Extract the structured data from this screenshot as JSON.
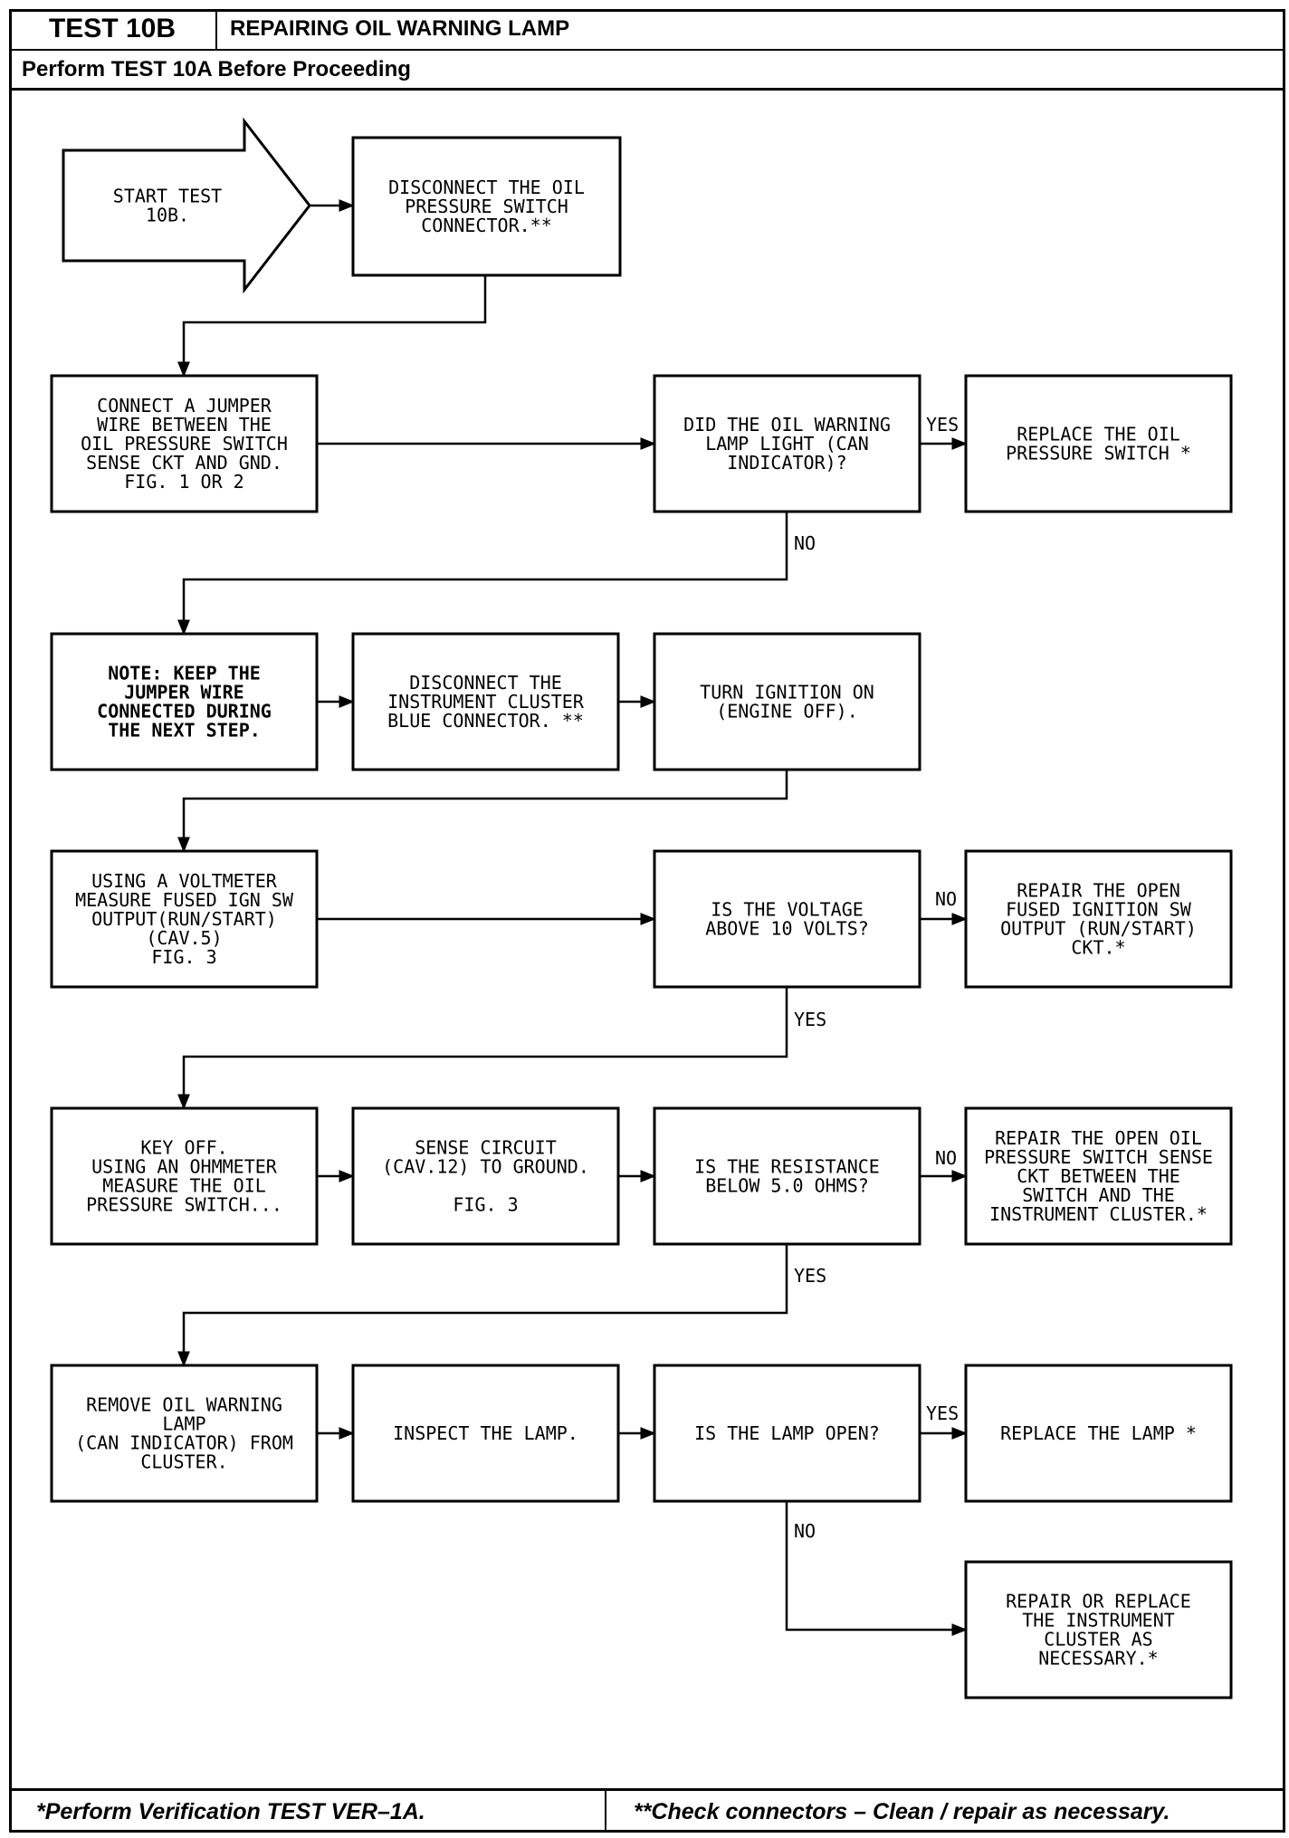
{
  "header": {
    "test_id": "TEST 10B",
    "title": "REPAIRING OIL WARNING LAMP",
    "subtitle": "Perform TEST 10A Before Proceeding"
  },
  "footer": {
    "left": "*Perform Verification TEST VER–1A.",
    "right": "**Check connectors – Clean / repair as necessary."
  },
  "steps": {
    "start": [
      "START TEST",
      "10B."
    ],
    "disconnect_oil_switch": [
      "DISCONNECT THE OIL",
      "PRESSURE SWITCH",
      "CONNECTOR.**"
    ],
    "connect_jumper": [
      "CONNECT A JUMPER",
      "WIRE BETWEEN THE",
      "OIL PRESSURE SWITCH",
      "SENSE CKT AND GND.",
      "FIG. 1 OR 2"
    ],
    "did_lamp_light": [
      "DID THE OIL WARNING",
      "LAMP LIGHT (CAN",
      "INDICATOR)?"
    ],
    "replace_oil_switch": [
      "REPLACE THE OIL",
      "PRESSURE SWITCH *"
    ],
    "note_keep_jumper": [
      "NOTE: KEEP THE",
      "JUMPER WIRE",
      "CONNECTED DURING",
      "THE NEXT STEP."
    ],
    "disconnect_cluster": [
      "DISCONNECT THE",
      "INSTRUMENT CLUSTER",
      "BLUE CONNECTOR. **"
    ],
    "turn_ignition_on": [
      "TURN IGNITION ON",
      "(ENGINE OFF)."
    ],
    "measure_voltage": [
      "USING A VOLTMETER",
      "MEASURE FUSED IGN SW",
      "OUTPUT(RUN/START)",
      "(CAV.5)",
      "FIG. 3"
    ],
    "voltage_above_10": [
      "IS THE VOLTAGE",
      "ABOVE 10 VOLTS?"
    ],
    "repair_open_fused": [
      "REPAIR THE OPEN",
      "FUSED IGNITION SW",
      "OUTPUT (RUN/START)",
      "CKT.*"
    ],
    "key_off_ohmmeter": [
      "KEY OFF.",
      "USING AN OHMMETER",
      "MEASURE THE OIL",
      "PRESSURE SWITCH..."
    ],
    "sense_circuit": [
      "SENSE CIRCUIT",
      "(CAV.12) TO GROUND.",
      "",
      "FIG. 3"
    ],
    "resistance_below_5": [
      "IS THE RESISTANCE",
      "BELOW 5.0 OHMS?"
    ],
    "repair_open_sense": [
      "REPAIR THE OPEN OIL",
      "PRESSURE SWITCH SENSE",
      "CKT BETWEEN THE",
      "SWITCH AND THE",
      "INSTRUMENT CLUSTER.*"
    ],
    "remove_lamp": [
      "REMOVE OIL WARNING",
      "LAMP",
      "(CAN INDICATOR) FROM",
      "CLUSTER."
    ],
    "inspect_lamp": [
      "INSPECT THE LAMP."
    ],
    "lamp_open": [
      "IS THE LAMP OPEN?"
    ],
    "replace_lamp": [
      "REPLACE THE LAMP *"
    ],
    "repair_replace_cluster": [
      "REPAIR OR REPLACE",
      "THE INSTRUMENT",
      "CLUSTER AS",
      "NECESSARY.*"
    ]
  },
  "branch_labels": {
    "lamp_light_yes": "YES",
    "lamp_light_no": "NO",
    "voltage_no": "NO",
    "voltage_yes": "YES",
    "resistance_no": "NO",
    "resistance_yes": "YES",
    "lamp_open_yes": "YES",
    "lamp_open_no": "NO"
  }
}
